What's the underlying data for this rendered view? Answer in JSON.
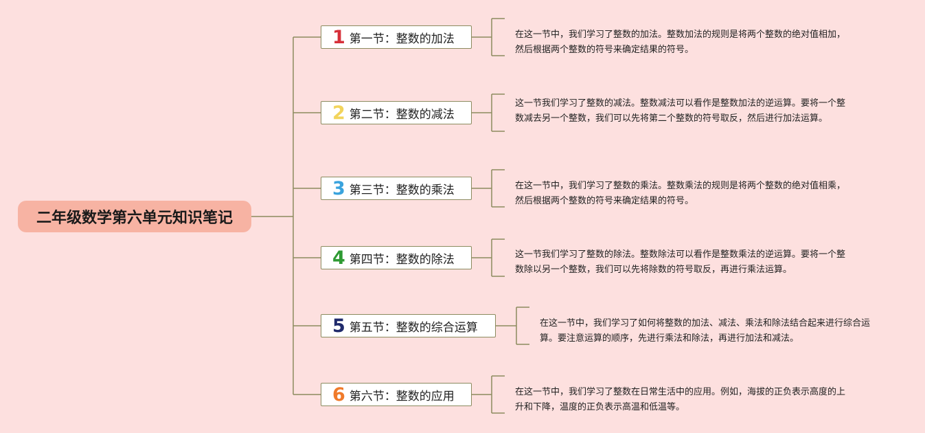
{
  "title": "二年级数学第六单元知识笔记",
  "colors": {
    "line": "#8b8a5e",
    "background": "#fde0df",
    "root": "#f7b3a3"
  },
  "sections": [
    {
      "num": "1",
      "color": "#d6303a",
      "label": "第一节：整数的加法",
      "desc": "在这一节中，我们学习了整数的加法。整数加法的规则是将两个整数的绝对值相加，然后根据两个整数的符号来确定结果的符号。"
    },
    {
      "num": "2",
      "color": "#f2d45c",
      "label": "第二节：整数的减法",
      "desc": "这一节我们学习了整数的减法。整数减法可以看作是整数加法的逆运算。要将一个整数减去另一个整数，我们可以先将第二个整数的符号取反，然后进行加法运算。"
    },
    {
      "num": "3",
      "color": "#3aa3dd",
      "label": "第三节：整数的乘法",
      "desc": "在这一节中，我们学习了整数的乘法。整数乘法的规则是将两个整数的绝对值相乘，然后根据两个整数的符号来确定结果的符号。"
    },
    {
      "num": "4",
      "color": "#2e9a33",
      "label": "第四节：整数的除法",
      "desc": "这一节我们学习了整数的除法。整数除法可以看作是整数乘法的逆运算。要将一个整数除以另一个整数，我们可以先将除数的符号取反，再进行乘法运算。"
    },
    {
      "num": "5",
      "color": "#1f2a6b",
      "label": "第五节：整数的综合运算",
      "desc": "在这一节中，我们学习了如何将整数的加法、减法、乘法和除法结合起来进行综合运算。要注意运算的顺序，先进行乘法和除法，再进行加法和减法。"
    },
    {
      "num": "6",
      "color": "#f07a2a",
      "label": "第六节：整数的应用",
      "desc": "在这一节中，我们学习了整数在日常生活中的应用。例如，海拔的正负表示高度的上升和下降，温度的正负表示高温和低温等。"
    }
  ]
}
